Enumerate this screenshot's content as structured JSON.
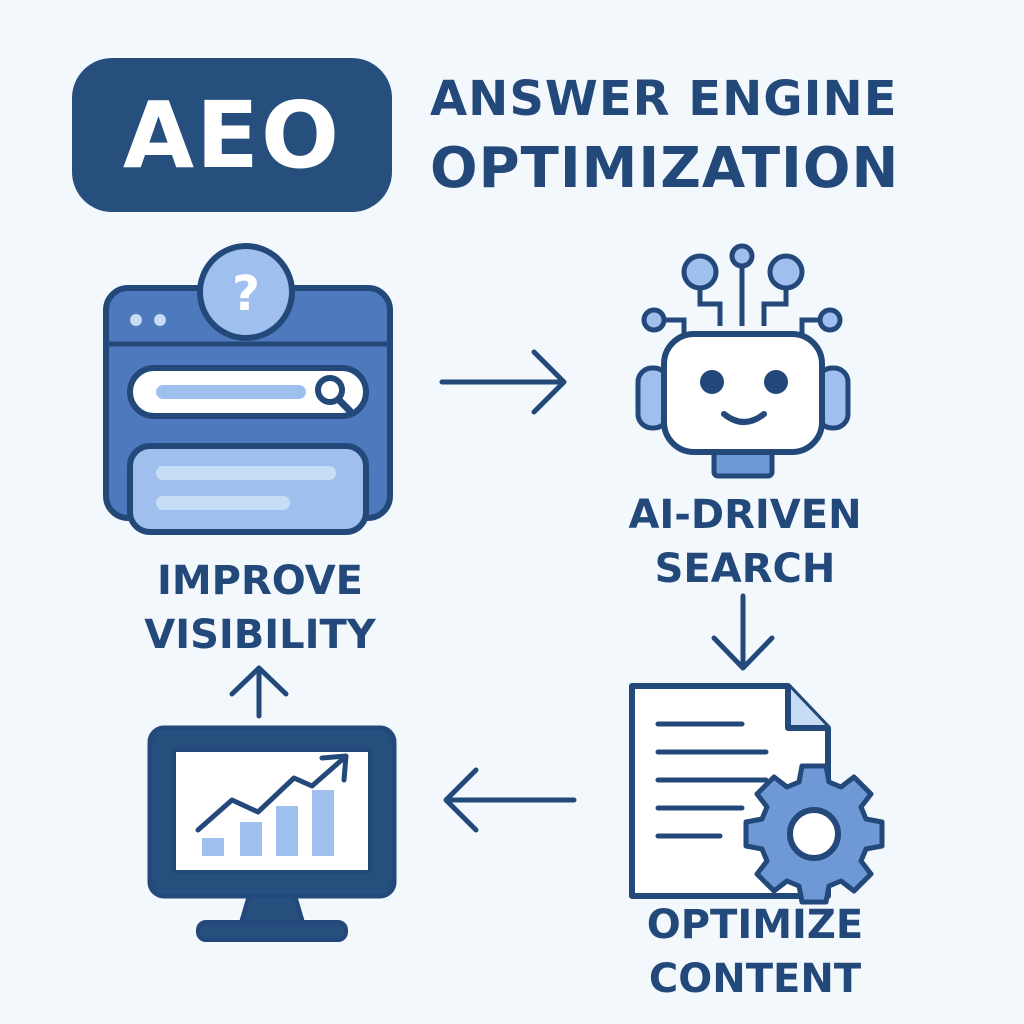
{
  "badge": {
    "text": "AEO"
  },
  "title": {
    "line1": "ANSWER ENGINE",
    "line2": "OPTIMIZATION"
  },
  "steps": {
    "improve_visibility": {
      "line1": "IMPROVE",
      "line2": "VISIBILITY"
    },
    "ai_driven_search": {
      "line1": "AI-DRIVEN",
      "line2": "SEARCH"
    },
    "optimize_content": {
      "line1": "OPTIMIZE",
      "line2": "CONTENT"
    }
  },
  "icons": {
    "search_browser": "search-browser-icon",
    "question": "question-icon",
    "magnifier": "magnifier-icon",
    "ai_robot": "robot-icon",
    "document": "document-icon",
    "gear": "gear-icon",
    "analytics_monitor": "monitor-chart-icon"
  },
  "colors": {
    "background": "#f2f8fc",
    "dark_navy": "#23497a",
    "badge": "#274f7d",
    "mid_blue": "#4e79bd",
    "light_blue": "#9fc0ee",
    "pale_blue": "#c7dcf5",
    "white": "#ffffff"
  }
}
